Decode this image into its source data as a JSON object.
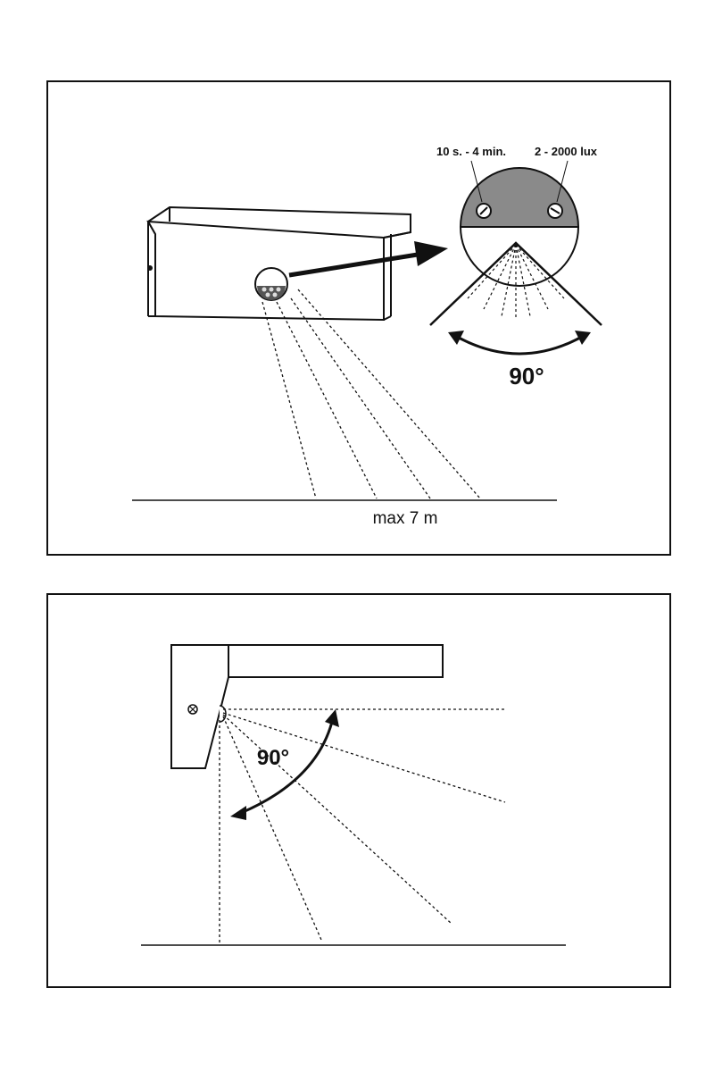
{
  "top_diagram": {
    "timer_label": "10 s. - 4 min.",
    "lux_label": "2 - 2000 lux",
    "angle_label": "90°",
    "range_label": "max 7 m"
  },
  "bottom_diagram": {
    "angle_label": "90°"
  },
  "colors": {
    "line": "#111111",
    "sensor_grey": "#8a8a8a"
  }
}
